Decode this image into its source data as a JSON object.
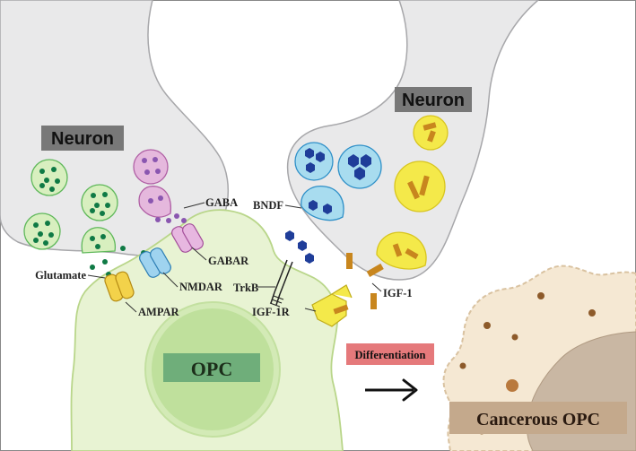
{
  "labels": {
    "neuron_left": "Neuron",
    "neuron_right": "Neuron",
    "gaba": "GABA",
    "gabar": "GABAR",
    "nmdar": "NMDAR",
    "glutamate": "Glutamate",
    "ampar": "AMPAR",
    "bndf": "BNDF",
    "trkb": "TrkB",
    "igf1r": "IGF-1R",
    "igf1": "IGF-1",
    "opc": "OPC",
    "differentiation": "Differentiation",
    "cancerous_opc": "Cancerous OPC"
  },
  "colors": {
    "neuron_fill": "#e9e9ea",
    "neuron_stroke": "#a7a7aa",
    "opc_fill": "#e8f3d3",
    "opc_stroke": "#b9d68a",
    "nucleus_fill": "#bfe09c",
    "glutamate_vesicle": "#d8efbf",
    "glutamate_dot": "#0f7a45",
    "gaba_vesicle": "#e5b8dd",
    "gaba_dot": "#8a56b0",
    "bndf_vesicle": "#a8dcef",
    "bndf_hex": "#1f3d99",
    "igf_vesicle": "#f4e94a",
    "igf_rect": "#c8861e",
    "cancer_fill": "#f5e8d3",
    "cancer_nucleus": "#c9b7a3",
    "label_box": "#787878",
    "differentiation_box": "#e5797b"
  }
}
